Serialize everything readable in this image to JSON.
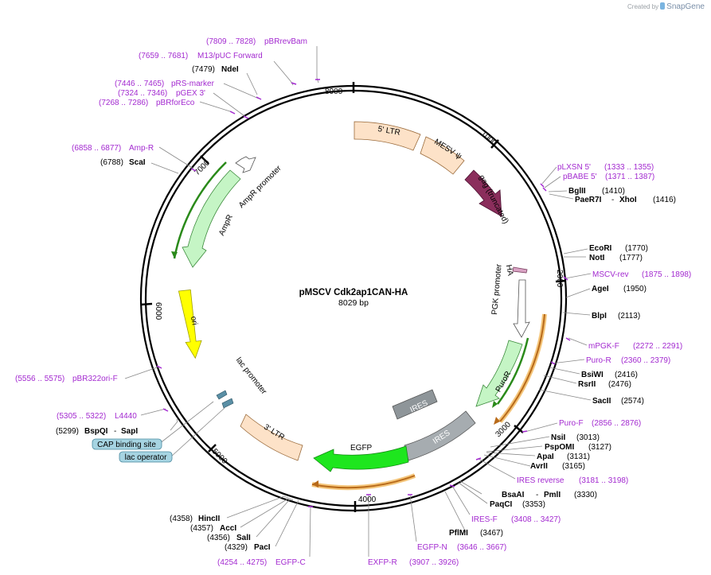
{
  "credit": {
    "prefix": "Created by",
    "brand": "SnapGene"
  },
  "plasmid": {
    "name": "pMSCV Cdk2ap1CAN-HA",
    "size_label": "8029 bp"
  },
  "ticks": [
    "1000",
    "2000",
    "3000",
    "4000",
    "5000",
    "6000",
    "7000",
    "8000"
  ],
  "features": {
    "ltr5": "5' LTR",
    "mesv": "MESV ψ",
    "gag": "gag (truncated)",
    "ha": "HA",
    "pgk": "PGK promoter",
    "puror": "PuroR",
    "ires": "IRES",
    "ires2": "IRES",
    "egfp": "EGFP",
    "ltr3": "3' LTR",
    "lacprom": "lac promoter",
    "ori": "ori",
    "ampr": "AmpR",
    "amprprom": "AmpR promoter"
  },
  "boxes": {
    "cap": "CAP binding site",
    "lacop": "lac operator"
  },
  "labels": [
    {
      "id": "pBRrevBam",
      "name": "pBRrevBam",
      "range": "(7809 .. 7828)",
      "kind": "primer"
    },
    {
      "id": "M13pUC",
      "name": "M13/pUC Forward",
      "range": "(7659 .. 7681)",
      "kind": "primer"
    },
    {
      "id": "NdeI",
      "name": "NdeI",
      "range": "(7479)",
      "kind": "site"
    },
    {
      "id": "pRSmarker",
      "name": "pRS-marker",
      "range": "(7446 .. 7465)",
      "kind": "primer"
    },
    {
      "id": "pGEX3",
      "name": "pGEX 3'",
      "range": "(7324 .. 7346)",
      "kind": "primer"
    },
    {
      "id": "pBRforEco",
      "name": "pBRforEco",
      "range": "(7268 .. 7286)",
      "kind": "primer"
    },
    {
      "id": "AmpR",
      "name": "Amp-R",
      "range": "(6858 .. 6877)",
      "kind": "primer"
    },
    {
      "id": "ScaI",
      "name": "ScaI",
      "range": "(6788)",
      "kind": "site"
    },
    {
      "id": "pBR322ori",
      "name": "pBR322ori-F",
      "range": "(5556 .. 5575)",
      "kind": "primer"
    },
    {
      "id": "L4440",
      "name": "L4440",
      "range": "(5305 .. 5322)",
      "kind": "primer"
    },
    {
      "id": "BspQI",
      "name": "BspQI",
      "name2": "SapI",
      "range": "(5299)",
      "kind": "site"
    },
    {
      "id": "HincII",
      "name": "HincII",
      "range": "(4358)",
      "kind": "site"
    },
    {
      "id": "AccI",
      "name": "AccI",
      "range": "(4357)",
      "kind": "site"
    },
    {
      "id": "SalI",
      "name": "SalI",
      "range": "(4356)",
      "kind": "site"
    },
    {
      "id": "PacI",
      "name": "PacI",
      "range": "(4329)",
      "kind": "site"
    },
    {
      "id": "EGFPC",
      "name": "EGFP-C",
      "range": "(4254 .. 4275)",
      "kind": "primer"
    },
    {
      "id": "EXFPR",
      "name": "EXFP-R",
      "range": "(3907 .. 3926)",
      "kind": "primer"
    },
    {
      "id": "EGFPN",
      "name": "EGFP-N",
      "range": "(3646 .. 3667)",
      "kind": "primer"
    },
    {
      "id": "PflMI",
      "name": "PflMI",
      "range": "(3467)",
      "kind": "site"
    },
    {
      "id": "IRESF",
      "name": "IRES-F",
      "range": "(3408 .. 3427)",
      "kind": "primer"
    },
    {
      "id": "PaqCI",
      "name": "PaqCI",
      "range": "(3353)",
      "kind": "site"
    },
    {
      "id": "BsaAI",
      "name": "BsaAI",
      "name2": "PmlI",
      "range": "(3330)",
      "kind": "site"
    },
    {
      "id": "IRESrev",
      "name": "IRES reverse",
      "range": "(3181 .. 3198)",
      "kind": "primer"
    },
    {
      "id": "AvrII",
      "name": "AvrII",
      "range": "(3165)",
      "kind": "site"
    },
    {
      "id": "ApaI",
      "name": "ApaI",
      "range": "(3131)",
      "kind": "site"
    },
    {
      "id": "PspOMI",
      "name": "PspOMI",
      "range": "(3127)",
      "kind": "site"
    },
    {
      "id": "NsiI",
      "name": "NsiI",
      "range": "(3013)",
      "kind": "site"
    },
    {
      "id": "PuroF",
      "name": "Puro-F",
      "range": "(2856 .. 2876)",
      "kind": "primer"
    },
    {
      "id": "SacII",
      "name": "SacII",
      "range": "(2574)",
      "kind": "site"
    },
    {
      "id": "RsrII",
      "name": "RsrII",
      "range": "(2476)",
      "kind": "site"
    },
    {
      "id": "BsiWI",
      "name": "BsiWI",
      "range": "(2416)",
      "kind": "site"
    },
    {
      "id": "PuroR",
      "name": "Puro-R",
      "range": "(2360 .. 2379)",
      "kind": "primer"
    },
    {
      "id": "mPGKF",
      "name": "mPGK-F",
      "range": "(2272 .. 2291)",
      "kind": "primer"
    },
    {
      "id": "BlpI",
      "name": "BlpI",
      "range": "(2113)",
      "kind": "site"
    },
    {
      "id": "AgeI",
      "name": "AgeI",
      "range": "(1950)",
      "kind": "site"
    },
    {
      "id": "MSCVrev",
      "name": "MSCV-rev",
      "range": "(1875 .. 1898)",
      "kind": "primer"
    },
    {
      "id": "NotI",
      "name": "NotI",
      "range": "(1777)",
      "kind": "site"
    },
    {
      "id": "EcoRI",
      "name": "EcoRI",
      "range": "(1770)",
      "kind": "site"
    },
    {
      "id": "PaeR7I",
      "name": "PaeR7I",
      "name2": "XhoI",
      "range": "(1416)",
      "kind": "site"
    },
    {
      "id": "BglII",
      "name": "BglII",
      "range": "(1410)",
      "kind": "site"
    },
    {
      "id": "pBABE5",
      "name": "pBABE 5'",
      "range": "(1371 .. 1387)",
      "kind": "primer"
    },
    {
      "id": "pLXSN5",
      "name": "pLXSN 5'",
      "range": "(1333 .. 1355)",
      "kind": "primer"
    }
  ]
}
